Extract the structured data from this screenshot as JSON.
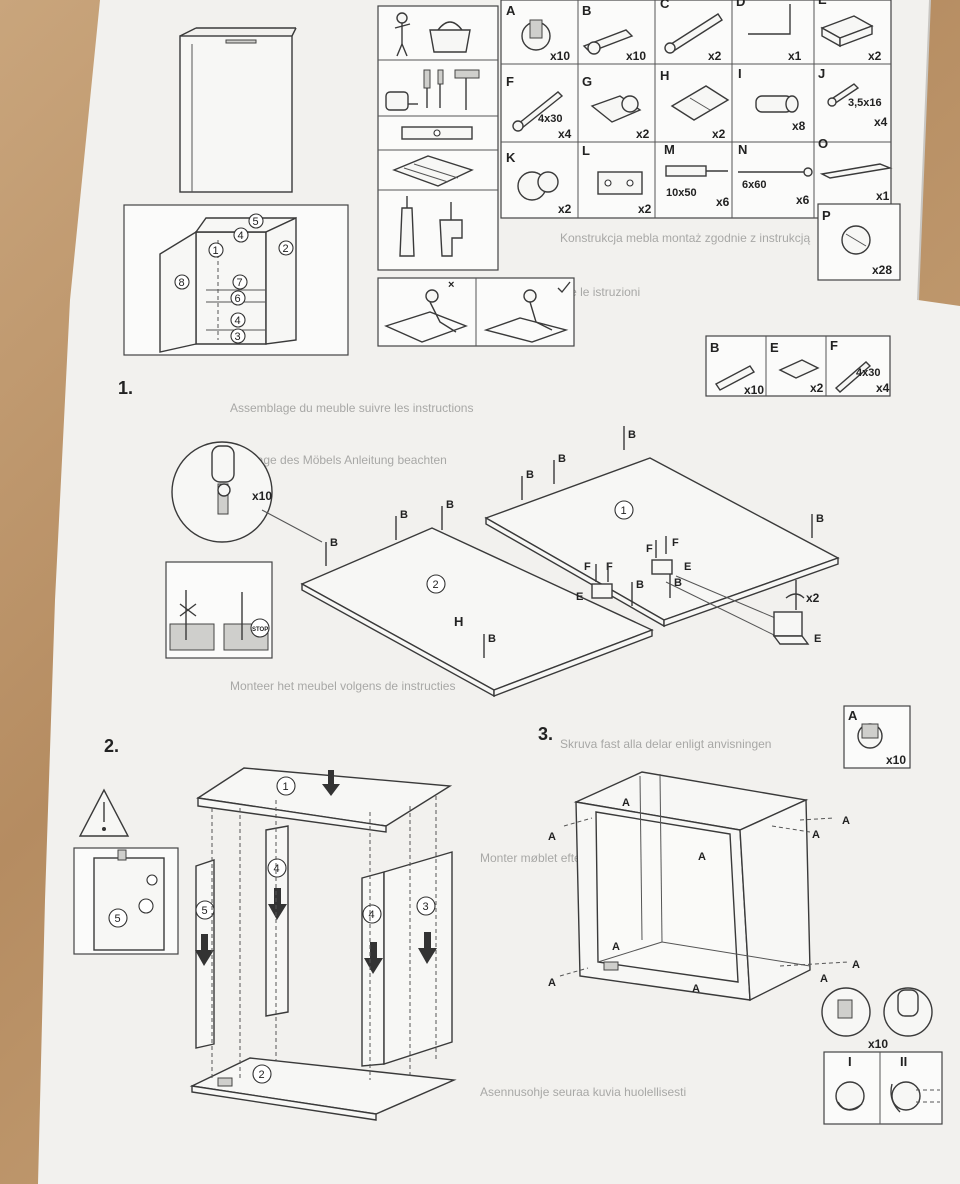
{
  "parts": [
    {
      "letter": "A",
      "qty": "x10"
    },
    {
      "letter": "B",
      "qty": "x10"
    },
    {
      "letter": "C",
      "qty": "x2"
    },
    {
      "letter": "D",
      "qty": "x1"
    },
    {
      "letter": "E",
      "qty": "x2"
    },
    {
      "letter": "F",
      "qty": "x4",
      "size": "4x30"
    },
    {
      "letter": "G",
      "qty": "x2"
    },
    {
      "letter": "H",
      "qty": "x2"
    },
    {
      "letter": "I",
      "qty": "x8"
    },
    {
      "letter": "J",
      "qty": "x4",
      "size": "3,5x16"
    },
    {
      "letter": "K",
      "qty": "x2"
    },
    {
      "letter": "L",
      "qty": "x2"
    },
    {
      "letter": "M",
      "qty": "x6",
      "size": "10x50"
    },
    {
      "letter": "N",
      "qty": "x6",
      "size": "6x60"
    },
    {
      "letter": "O",
      "qty": "x1"
    },
    {
      "letter": "P",
      "qty": "x28"
    }
  ],
  "overview_numbers": [
    "5",
    "4",
    "2",
    "1",
    "8",
    "7",
    "6",
    "4",
    "3"
  ],
  "step1": {
    "label": "1.",
    "parts_box": [
      {
        "letter": "B",
        "qty": "x10"
      },
      {
        "letter": "E",
        "qty": "x2"
      },
      {
        "letter": "F",
        "qty": "x4",
        "size": "4x30"
      }
    ],
    "detail_qty": "x10",
    "detail_qty2": "x2",
    "stop": "STOP",
    "panel_numbers": [
      "1",
      "2"
    ],
    "callouts": {
      "b": "B",
      "e": "E",
      "f": "F",
      "h": "H"
    }
  },
  "step2": {
    "label": "2.",
    "panel_numbers": [
      "1",
      "4",
      "5",
      "4",
      "3",
      "2"
    ],
    "detail_number": "5"
  },
  "step3": {
    "label": "3.",
    "parts_box": {
      "letter": "A",
      "qty": "x10"
    },
    "callout": "A",
    "detail_qty": "x10",
    "rotate_labels": [
      "I",
      "II"
    ]
  },
  "ghost_text": [
    "Konstrukcja mebla montaż zgodnie z instrukcją",
    "Montaggio del mobile seguire le istruzioni",
    "Assemblage du meuble suivre les instructions",
    "Montage des Möbels Anleitung beachten",
    "Monteer het meubel volgens de instructies",
    "Skruva fast alla delar enligt anvisningen",
    "Monter møblet efter vejledningen",
    "Asennusohje seuraa kuvia huolellisesti"
  ]
}
